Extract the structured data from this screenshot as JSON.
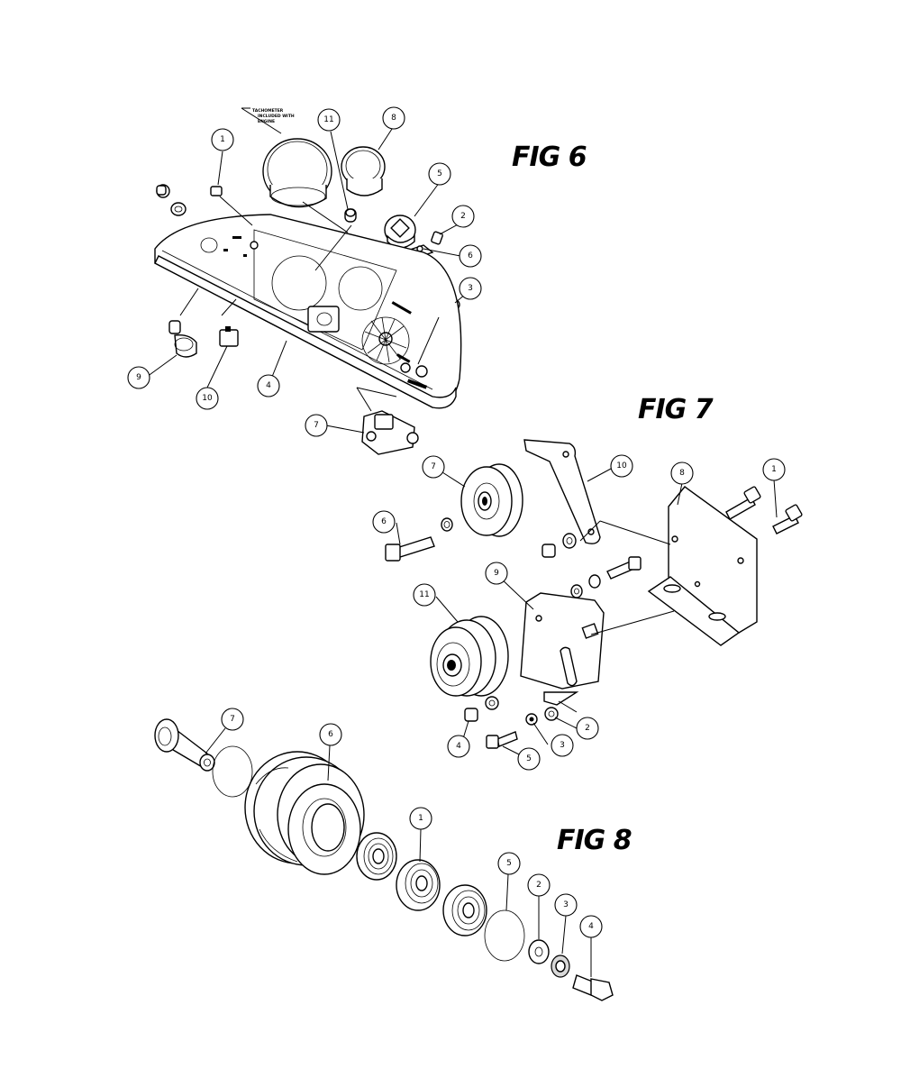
{
  "figures": [
    {
      "id": "fig6",
      "title": "FIG 6"
    },
    {
      "id": "fig7",
      "title": "FIG 7"
    },
    {
      "id": "fig8",
      "title": "FIG 8"
    }
  ],
  "fig6": {
    "note_lines": [
      "TACHOMETER",
      "INCLUDED WITH",
      "ENGINE"
    ],
    "callouts": [
      "1",
      "2",
      "3",
      "4",
      "5",
      "6",
      "7",
      "8",
      "9",
      "10",
      "11"
    ]
  },
  "fig7": {
    "callouts": [
      "1",
      "2",
      "3",
      "4",
      "5",
      "6",
      "7",
      "8",
      "9",
      "10",
      "11"
    ]
  },
  "fig8": {
    "callouts": [
      "1",
      "2",
      "3",
      "4",
      "5",
      "6",
      "7"
    ]
  }
}
